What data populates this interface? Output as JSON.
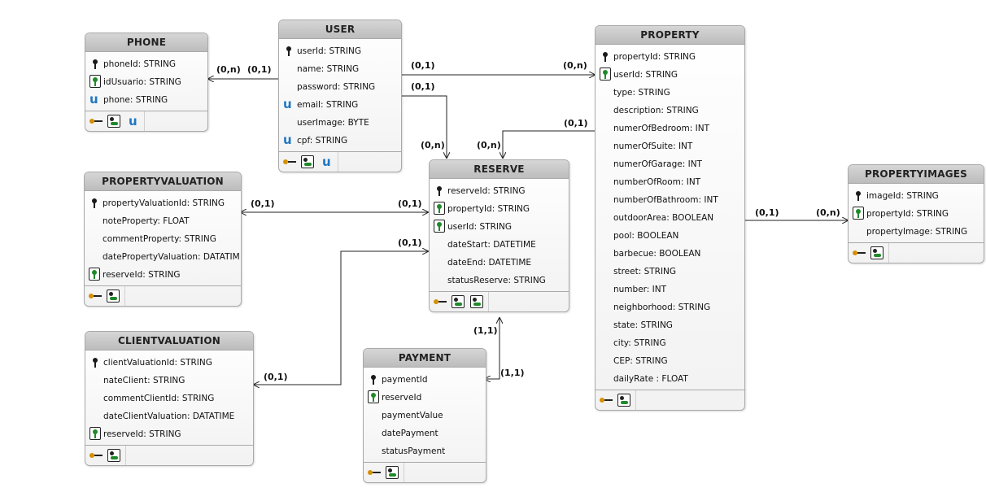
{
  "entities": {
    "phone": {
      "title": "PHONE",
      "attrs": [
        "phoneId: STRING",
        "idUsuario: STRING",
        "phone: STRING"
      ]
    },
    "user": {
      "title": "USER",
      "attrs": [
        "userId: STRING",
        "name: STRING",
        "password: STRING",
        "email: STRING",
        "userImage: BYTE",
        "cpf: STRING"
      ]
    },
    "property": {
      "title": "PROPERTY",
      "attrs": [
        "propertyId: STRING",
        "userId: STRING",
        "type: STRING",
        "description: STRING",
        "numerOfBedroom: INT",
        "numerOfSuite: INT",
        "numerOfGarage: INT",
        "numberOfRoom: INT",
        "numberOfBathroom: INT",
        "outdoorArea: BOOLEAN",
        "pool: BOOLEAN",
        "barbecue: BOOLEAN",
        "street: STRING",
        "number: INT",
        "neighborhood: STRING",
        "state: STRING",
        "city: STRING",
        "CEP: STRING",
        "dailyRate : FLOAT"
      ]
    },
    "reserve": {
      "title": "RESERVE",
      "attrs": [
        "reserveId: STRING",
        "propertyId: STRING",
        "userId: STRING",
        "dateStart: DATETIME",
        "dateEnd: DATETIME",
        "statusReserve: STRING"
      ]
    },
    "propertyimages": {
      "title": "PROPERTYIMAGES",
      "attrs": [
        "imageId: STRING",
        "propertyId: STRING",
        "propertyImage: STRING"
      ]
    },
    "propertyvaluation": {
      "title": "PROPERTYVALUATION",
      "attrs": [
        "propertyValuationId: STRING",
        "noteProperty: FLOAT",
        "commentProperty: STRING",
        "datePropertyValuation: DATATIM",
        "reserveId: STRING"
      ]
    },
    "clientvaluation": {
      "title": "CLIENTVALUATION",
      "attrs": [
        "clientValuationId: STRING",
        "nateClient: STRING",
        "commentClientId: STRING",
        "dateClientValuation: DATATIME",
        "reserveId: STRING"
      ]
    },
    "payment": {
      "title": "PAYMENT",
      "attrs": [
        "paymentId",
        "reserveId",
        "paymentValue",
        "datePayment",
        "statusPayment"
      ]
    }
  },
  "cardinalities": {
    "phone_user_near_phone": "(0,n)",
    "phone_user_near_user": "(0,1)",
    "user_property_near_user": "(0,1)",
    "user_property_near_property": "(0,n)",
    "user_reserve_near_user": "(0,1)",
    "user_reserve_near_reserve": "(0,n)",
    "property_reserve_near_property": "(0,1)",
    "property_reserve_near_reserve": "(0,n)",
    "property_images_near_property": "(0,1)",
    "property_images_near_images": "(0,n)",
    "valuation_reserve_near_valuation": "(0,1)",
    "valuation_reserve_near_reserve": "(0,1)",
    "client_reserve_near_reserve": "(0,1)",
    "client_reserve_near_client": "(0,1)",
    "payment_reserve_near_reserve": "(1,1)",
    "payment_reserve_near_payment": "(1,1)"
  }
}
